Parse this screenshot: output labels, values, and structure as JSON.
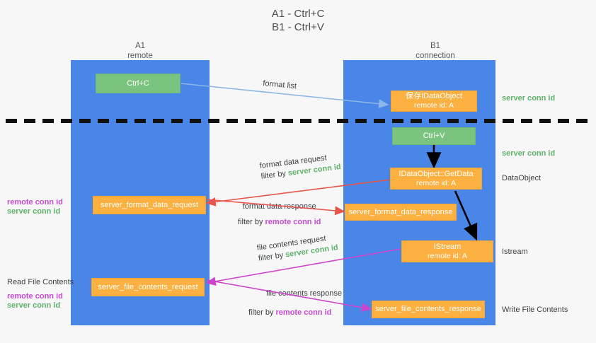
{
  "title": {
    "line1": "A1 - Ctrl+C",
    "line2": "B1 - Ctrl+V"
  },
  "columns": [
    {
      "id": "a1",
      "name": "A1",
      "role": "remote"
    },
    {
      "id": "b1",
      "name": "B1",
      "role": "connection"
    }
  ],
  "boxes": {
    "ctrl_c": {
      "label": "Ctrl+C",
      "color": "#7bc47f"
    },
    "ctrl_v": {
      "label": "Ctrl+V",
      "color": "#7bc47f"
    },
    "save_idataobject": {
      "line1": "保存IDataObject",
      "line2": "remote id: A",
      "color": "#fbb040"
    },
    "getdata": {
      "line1": "IDataObject::GetData",
      "line2": "remote id: A",
      "color": "#fbb040"
    },
    "istream": {
      "line1": "IStream",
      "line2": "remote id: A",
      "color": "#fbb040"
    },
    "server_format_data_request": {
      "label": "server_format_data_request",
      "color": "#fbb040"
    },
    "server_format_data_response": {
      "label": "server_format_data_response",
      "color": "#fbb040"
    },
    "server_file_contents_request": {
      "label": "server_file_contents_request",
      "color": "#fbb040"
    },
    "server_file_contents_response": {
      "label": "server_file_contents_response",
      "color": "#fbb040"
    }
  },
  "edge_labels": {
    "format_list": "format list",
    "format_data_request": "format data request",
    "format_data_request_filter_prefix": "filter by ",
    "format_data_request_filter_value": "server conn id",
    "format_data_response": "format data response",
    "format_data_response_filter_prefix": "filter by ",
    "format_data_response_filter_value": "remote conn id",
    "file_contents_request": "file contents request",
    "file_contents_request_filter_prefix": "filter by ",
    "file_contents_request_filter_value": "server conn id",
    "file_contents_response": "file contents response",
    "file_contents_response_filter_prefix": "filter by ",
    "file_contents_response_filter_value": "remote conn id"
  },
  "right_labels": {
    "server_conn_id_top": "server conn id",
    "server_conn_id_mid": "server conn id",
    "dataobject": "DataObject",
    "istream": "Istream",
    "write_file_contents": "Write File Contents"
  },
  "left_labels": {
    "remote_conn_id_1": "remote conn id",
    "server_conn_id_1": "server conn id",
    "read_file_contents": "Read File Contents",
    "remote_conn_id_2": "remote conn id",
    "server_conn_id_2": "server conn id"
  },
  "colors": {
    "lane": "#4a86e8",
    "green_box": "#7bc47f",
    "orange_box": "#fbb040",
    "green_text": "#5fb26a",
    "purple_text": "#c44ad0",
    "arrow_blue": "#8ab6e8",
    "arrow_red": "#e8554a",
    "arrow_magenta": "#cc44cc",
    "arrow_black": "#000000",
    "background": "#f7f7f7"
  }
}
